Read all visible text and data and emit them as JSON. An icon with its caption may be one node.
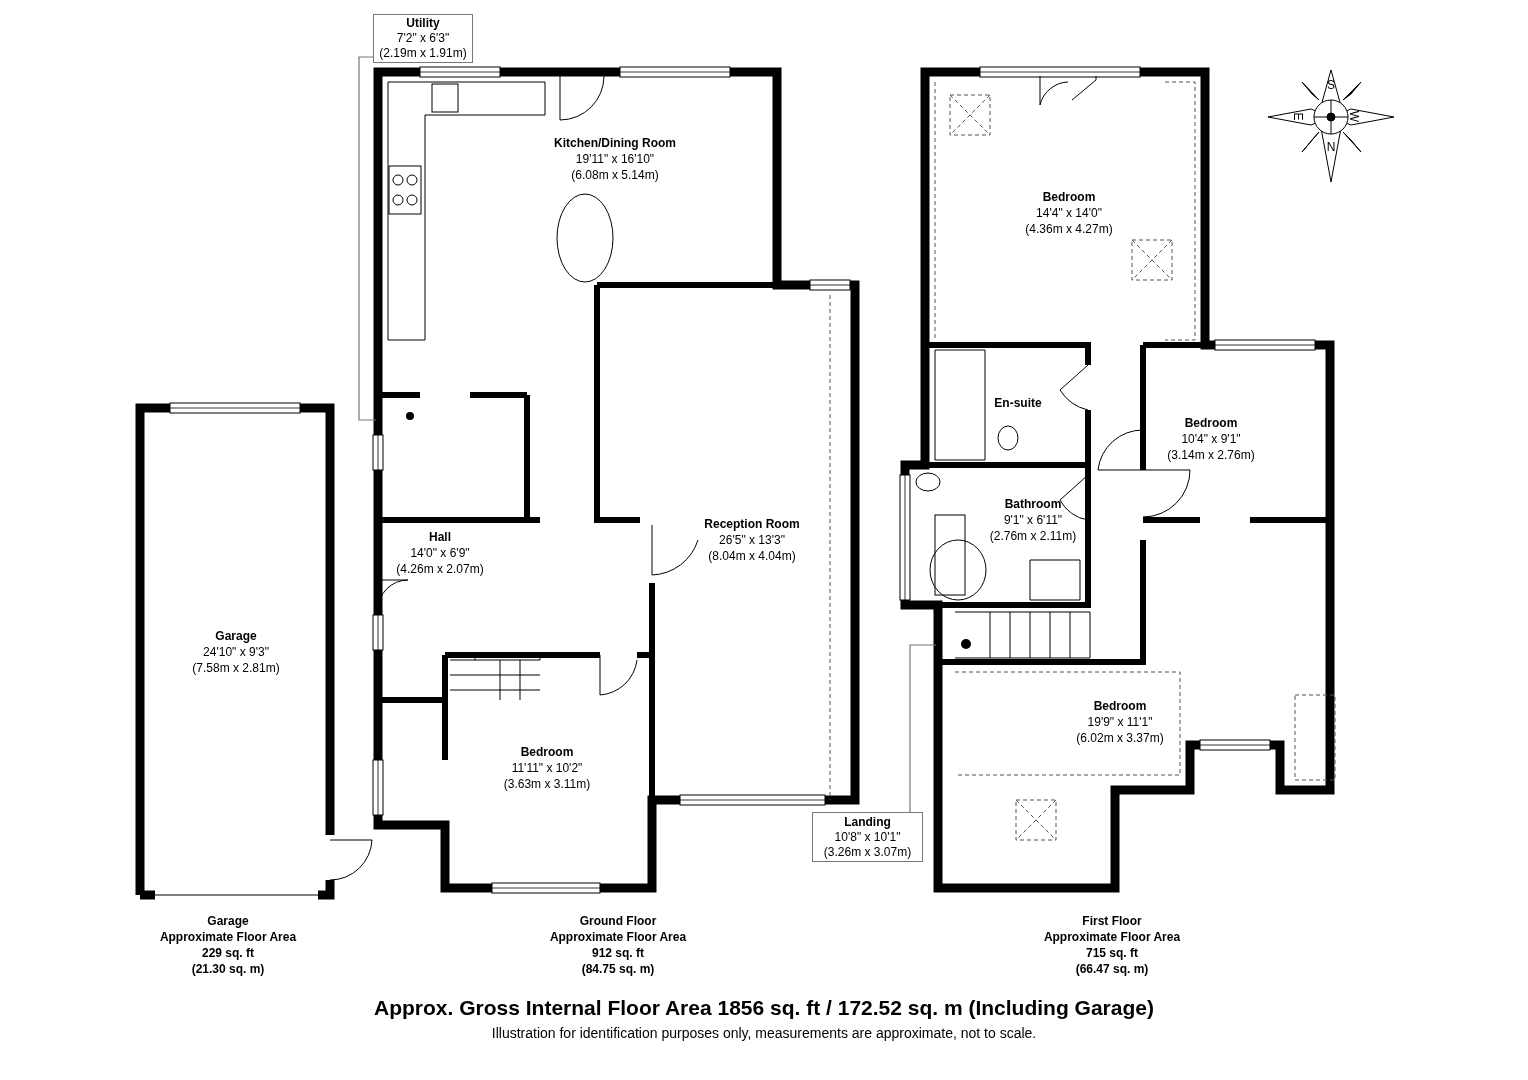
{
  "diagram": {
    "title": "Approx. Gross Internal Floor Area 1856 sq. ft / 172.52 sq. m (Including Garage)",
    "caption": "Illustration for identification purposes only, measurements are approximate, not to scale.",
    "nodes": [
      {
        "text": [
          "Utility",
          "7'2\" x 6'3\"",
          "(2.19m x 1.91m)"
        ]
      },
      {
        "text": [
          "Landing",
          "10'8\" x 10'1\"",
          "(3.26m x 3.07m)"
        ]
      }
    ],
    "edges": [
      {
        "from": 0,
        "to": null,
        "arrow": "none"
      },
      {
        "from": 1,
        "to": null,
        "arrow": "none"
      }
    ],
    "labels": [
      "Kitchen/Dining Room",
      "19'11\" x 16'10\"",
      "(6.08m x 5.14m)",
      "Bedroom",
      "14'4\" x 14'0\"",
      "(4.36m x 4.27m)",
      "S",
      "E",
      "W",
      "N",
      "En-suite",
      "Bedroom",
      "10'4\" x 9'1\"",
      "(3.14m x 2.76m)",
      "Bathroom",
      "9'1\" x 6'11\"",
      "(2.76m x 2.11m)",
      "Reception Room",
      "26'5\" x 13'3\"",
      "(8.04m x 4.04m)",
      "Hall",
      "14'0\" x 6'9\"",
      "(4.26m x 2.07m)",
      "Garage",
      "24'10\" x 9'3\"",
      "(7.58m x 2.81m)",
      "Bedroom",
      "19'9\" x 11'1\"",
      "(6.02m x 3.37m)",
      "Bedroom",
      "11'11\" x 10'2\"",
      "(3.63m x 3.11m)",
      "Garage",
      "Approximate Floor Area",
      "229 sq. ft",
      "(21.30 sq. m)",
      "Ground Floor",
      "Approximate Floor Area",
      "912 sq. ft",
      "(84.75 sq. m)",
      "First Floor",
      "Approximate Floor Area",
      "715 sq. ft",
      "(66.47 sq. m)"
    ]
  }
}
